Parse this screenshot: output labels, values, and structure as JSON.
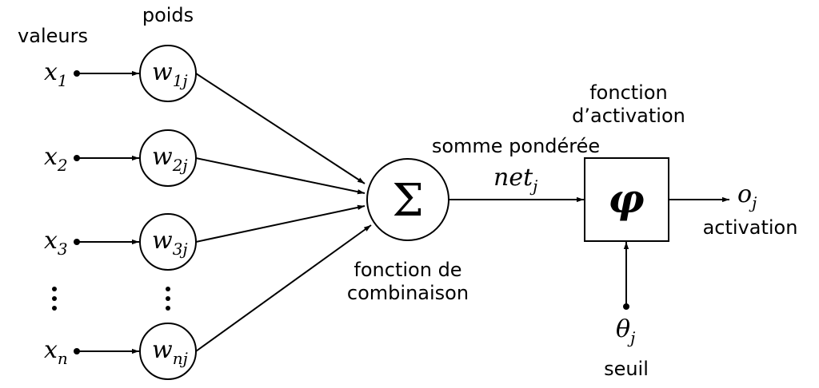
{
  "labels": {
    "valeurs": "valeurs",
    "poids": "poids",
    "somme_ponderee": "somme pondérée",
    "fonction_combinaison_1": "fonction de",
    "fonction_combinaison_2": "combinaison",
    "fonction_activation_1": "fonction",
    "fonction_activation_2": "d’activation",
    "activation": "activation",
    "seuil": "seuil"
  },
  "inputs": [
    {
      "base": "x",
      "sub": "1"
    },
    {
      "base": "x",
      "sub": "2"
    },
    {
      "base": "x",
      "sub": "3"
    },
    {
      "base": "x",
      "sub": "n"
    }
  ],
  "weights": [
    {
      "base": "w",
      "sub": "1j"
    },
    {
      "base": "w",
      "sub": "2j"
    },
    {
      "base": "w",
      "sub": "3j"
    },
    {
      "base": "w",
      "sub": "nj"
    }
  ],
  "sum_symbol": "Σ",
  "net": {
    "base": "net",
    "sub": "j"
  },
  "phi_symbol": "φ",
  "output": {
    "base": "o",
    "sub": "j"
  },
  "threshold": {
    "base": "θ",
    "sub": "j"
  }
}
